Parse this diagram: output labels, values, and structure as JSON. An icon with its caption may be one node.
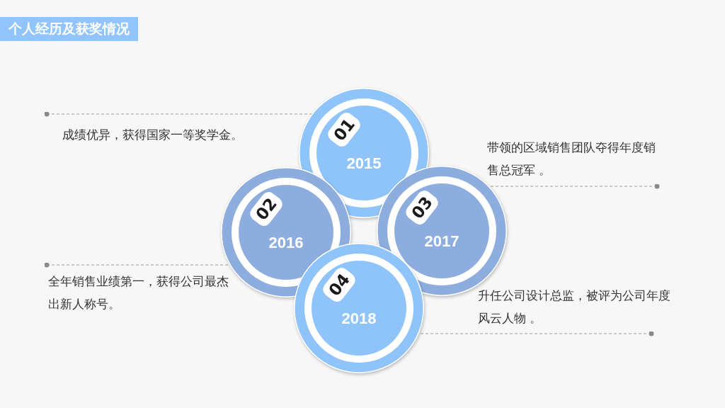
{
  "diagram": {
    "title": "个人经历及获奖情况",
    "nodes": [
      {
        "text": [
          "01",
          "2015"
        ]
      },
      {
        "text": [
          "成绩优异，获得国家一等奖学金。"
        ]
      },
      {
        "text": [
          "02",
          "2016"
        ]
      },
      {
        "text": [
          "全年销售业绩第一，获得公司最杰出新人称号。"
        ]
      },
      {
        "text": [
          "03",
          "2017"
        ]
      },
      {
        "text": [
          "带领的区域销售团队夺得年度销售总冠军 。"
        ]
      },
      {
        "text": [
          "04",
          "2018"
        ]
      },
      {
        "text": [
          "升任公司设计总监，被评为公司年度风云人物 。"
        ]
      }
    ],
    "edges": [
      {
        "from": 1,
        "to": 0,
        "arrow": "other",
        "style": "dashed"
      },
      {
        "from": 3,
        "to": 2,
        "arrow": "other",
        "style": "dashed"
      },
      {
        "from": 5,
        "to": 4,
        "arrow": "other",
        "style": "dashed"
      },
      {
        "from": 7,
        "to": 6,
        "arrow": "other",
        "style": "dashed"
      }
    ]
  }
}
